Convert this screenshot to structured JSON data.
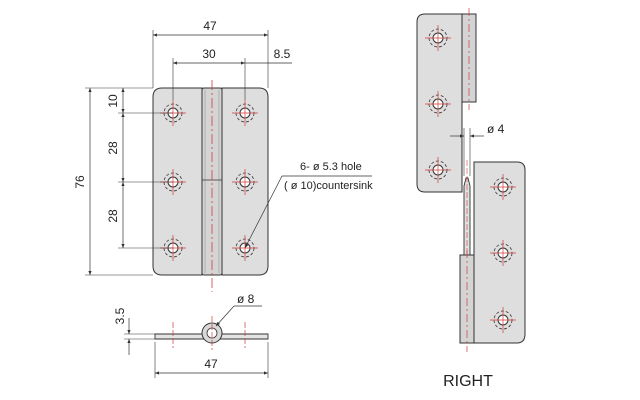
{
  "dimensions": {
    "width_overall": "47",
    "hole_spacing": "30",
    "knuckle_offset": "8.5",
    "height_overall": "76",
    "top_margin": "10",
    "pitch_upper": "28",
    "pitch_lower": "28",
    "thickness": "3.5",
    "pin_diameter": "ø 8",
    "bottom_width": "47",
    "gap_pin_diameter": "ø 4"
  },
  "callout": {
    "line1": "6- ø 5.3 hole",
    "line2": "( ø 10)countersink"
  },
  "view_label": "RIGHT",
  "colors": {
    "outline": "#333333",
    "plate_fill": "#dedede",
    "center_line": "#d23a3a",
    "hidden_line": "#333333",
    "text": "#222222"
  }
}
